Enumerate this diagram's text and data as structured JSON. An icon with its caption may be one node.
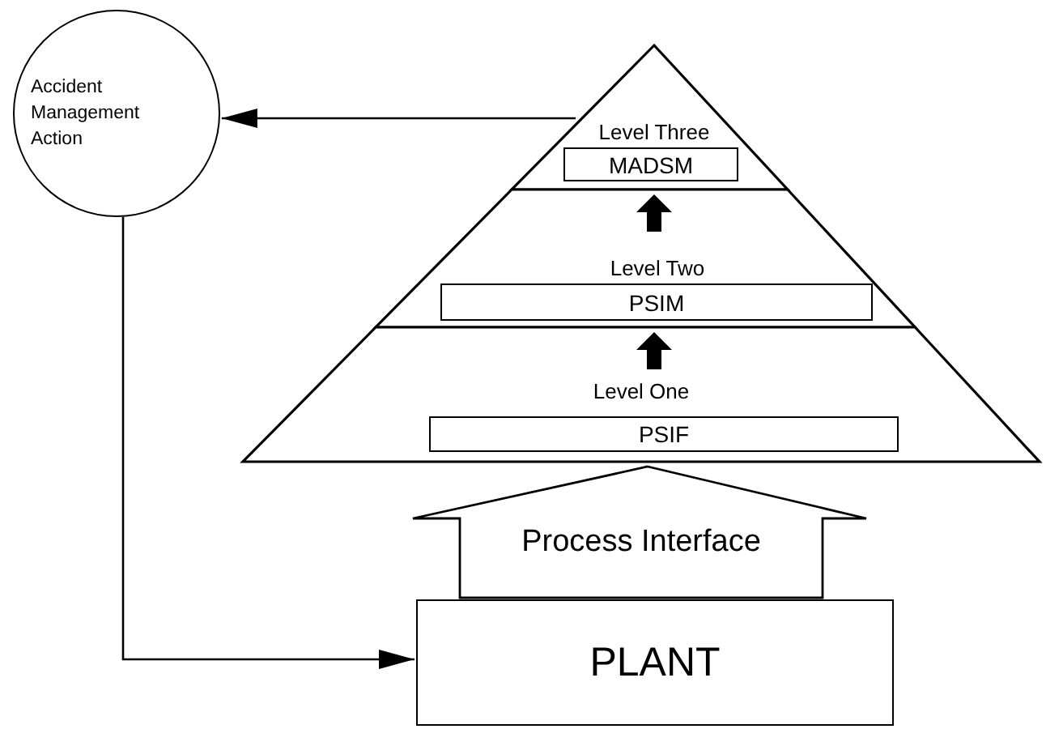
{
  "diagram": {
    "nodes": [
      {
        "text": [
          "Accident Management Action"
        ]
      },
      {
        "text": [
          "Level Three"
        ]
      },
      {
        "text": [
          "MADSM"
        ],
        "in": 1
      },
      {
        "text": [
          "Level Two"
        ]
      },
      {
        "text": [
          "PSIM"
        ],
        "in": 3
      },
      {
        "text": [
          "Level One"
        ]
      },
      {
        "text": [
          "PSIF"
        ],
        "in": 5
      },
      {
        "text": [
          "PLANT"
        ]
      }
    ],
    "edges": [
      {
        "from": 1,
        "to": 0,
        "arrow": "to"
      },
      {
        "from": 3,
        "to": 1,
        "arrow": "to",
        "style": "thick"
      },
      {
        "from": 5,
        "to": 3,
        "arrow": "to",
        "style": "thick"
      },
      {
        "from": 0,
        "to": 7,
        "arrow": "to"
      },
      {
        "from": 7,
        "to": 5,
        "arrow": "to",
        "label": "Process Interface",
        "style": "thick"
      }
    ]
  }
}
